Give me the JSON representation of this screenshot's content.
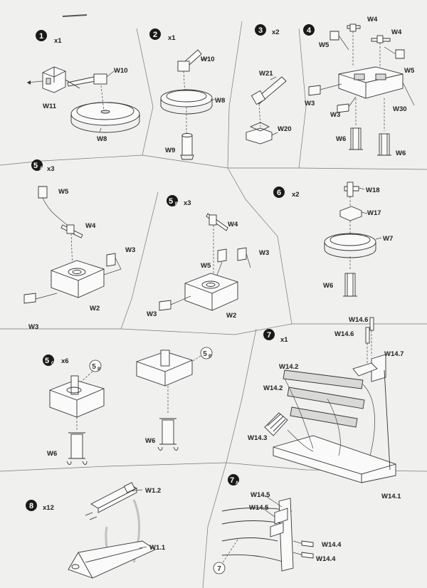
{
  "steps": [
    {
      "num": "1",
      "qty": "x1",
      "labels": [
        "W11",
        "W10",
        "W8"
      ]
    },
    {
      "num": "2",
      "qty": "x1",
      "labels": [
        "W10",
        "W8",
        "W9"
      ]
    },
    {
      "num": "3",
      "qty": "x2",
      "labels": [
        "W21",
        "W20"
      ]
    },
    {
      "num": "4",
      "labels": [
        "W4",
        "W4",
        "W5",
        "W5",
        "W3",
        "W3",
        "W30",
        "W6",
        "W6"
      ]
    },
    {
      "num": "5",
      "sub": "A",
      "qty": "x3",
      "labels": [
        "W5",
        "W4",
        "W3",
        "W2",
        "W3"
      ]
    },
    {
      "num": "5",
      "sub": "B",
      "qty": "x3",
      "labels": [
        "W4",
        "W3",
        "W5",
        "W3",
        "W2"
      ]
    },
    {
      "num": "6",
      "qty": "x2",
      "labels": [
        "W18",
        "W17",
        "W7",
        "W6"
      ]
    },
    {
      "num": "5",
      "sub": "C",
      "qty": "x6",
      "labels": [
        "W6",
        "W6"
      ],
      "refs": [
        {
          "num": "5",
          "sub": "B"
        },
        {
          "num": "5",
          "sub": "B"
        }
      ]
    },
    {
      "num": "7",
      "qty": "x1",
      "labels": [
        "W14.6",
        "W14.6",
        "W14.7",
        "W14.2",
        "W14.2",
        "W14.3",
        "W14.1"
      ]
    },
    {
      "num": "8",
      "qty": "x12",
      "labels": [
        "W1.2",
        "W1.1"
      ]
    },
    {
      "num": "7",
      "sub": "A",
      "labels": [
        "W14.5",
        "W14.5",
        "W14.4",
        "W14.4"
      ],
      "refs": [
        {
          "num": "7"
        }
      ]
    }
  ],
  "icons": {
    "step_badge": "filled-black-circle",
    "reference_badge": "outlined-circle"
  }
}
